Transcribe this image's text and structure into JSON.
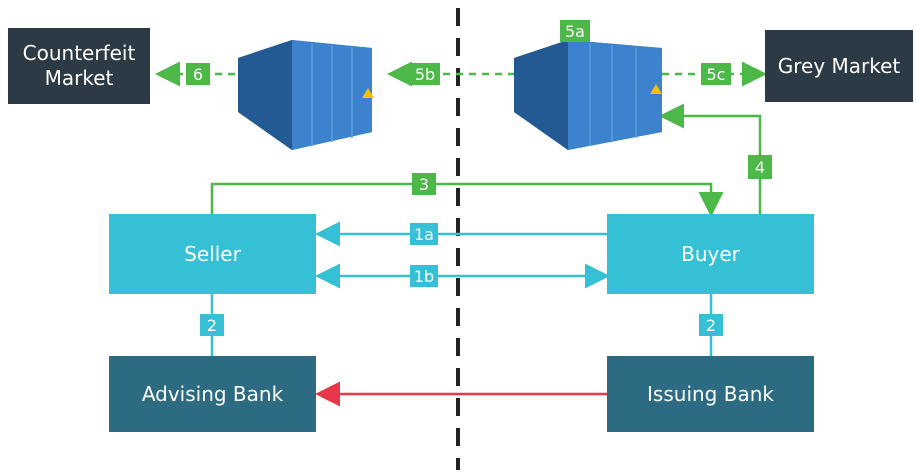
{
  "colors": {
    "dark_box": "#2b3a44",
    "light_teal": "#35c0d6",
    "dark_teal": "#2c6b82",
    "green": "#4cb848",
    "cyan": "#35c0d6",
    "red": "#e8374a",
    "container_blue": "#2f6fb5"
  },
  "nodes": {
    "counterfeit_market": "Counterfeit Market",
    "grey_market": "Grey Market",
    "seller": "Seller",
    "buyer": "Buyer",
    "advising_bank": "Advising Bank",
    "issuing_bank": "Issuing Bank"
  },
  "steps": {
    "s6": "6",
    "s5b": "5b",
    "s5a": "5a",
    "s5c": "5c",
    "s3": "3",
    "s4": "4",
    "s1a": "1a",
    "s1b": "1b",
    "s2_seller": "2",
    "s2_buyer": "2"
  },
  "icons": {
    "left_container": "shipping-container",
    "right_container": "shipping-container"
  }
}
